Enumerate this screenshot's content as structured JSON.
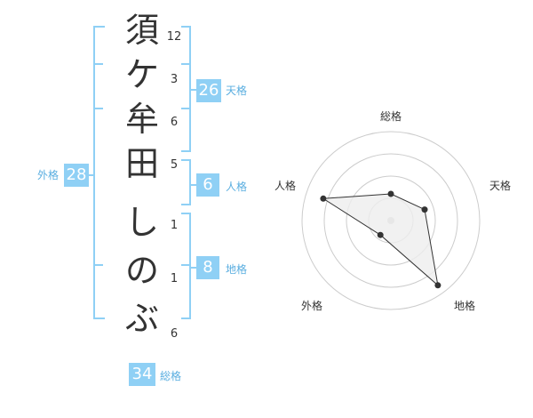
{
  "name_chars": [
    {
      "char": "須",
      "strokes": "12"
    },
    {
      "char": "ケ",
      "strokes": "3"
    },
    {
      "char": "牟",
      "strokes": "6"
    },
    {
      "char": "田",
      "strokes": "5"
    },
    {
      "char": "し",
      "strokes": "1"
    },
    {
      "char": "の",
      "strokes": "1"
    },
    {
      "char": "ぶ",
      "strokes": "6"
    }
  ],
  "fortune": {
    "tenkaku": {
      "value": "26",
      "label": "天格"
    },
    "jinkaku": {
      "value": "6",
      "label": "人格"
    },
    "chikaku": {
      "value": "8",
      "label": "地格"
    },
    "gaikaku": {
      "value": "28",
      "label": "外格"
    },
    "soukaku": {
      "value": "34",
      "label": "総格"
    }
  },
  "radar": {
    "labels": {
      "top": "総格",
      "right": "天格",
      "bottom_right": "地格",
      "bottom_left": "外格",
      "left": "人格"
    },
    "values": {
      "top": 0.3,
      "right": 0.4,
      "bottom_right": 0.9,
      "bottom_left": 0.2,
      "left": 0.8
    }
  },
  "colors": {
    "bracket": "#8fd0f5",
    "badge": "#8fd0f5",
    "label": "#5aaee0",
    "grid": "#cccccc",
    "fill": "#eeeeee",
    "line": "#333333"
  }
}
